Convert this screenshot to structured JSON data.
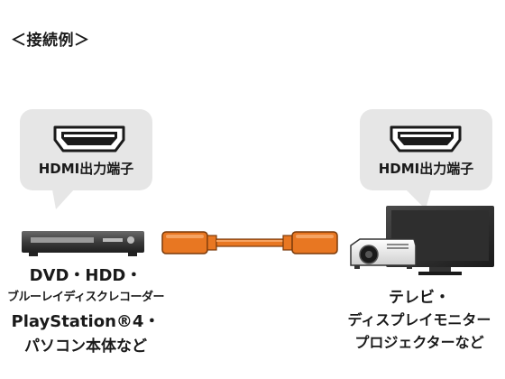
{
  "title": "＜接続例＞",
  "left_device": {
    "port_label": "HDMI出力端子",
    "lines": [
      "DVD・HDD・",
      "ブルーレイディスクレコーダー",
      "PlayStation®4・",
      "パソコン本体など"
    ]
  },
  "right_device": {
    "port_label": "HDMI出力端子",
    "lines": [
      "テレビ・",
      "ディスプレイモニター",
      "プロジェクターなど"
    ]
  },
  "cable": {
    "color": "#e87722"
  },
  "icons": {
    "hdmi_port": "hdmi-port-icon",
    "source": "dvd-player-icon",
    "display": "tv-monitor-icon",
    "projector": "projector-icon"
  }
}
